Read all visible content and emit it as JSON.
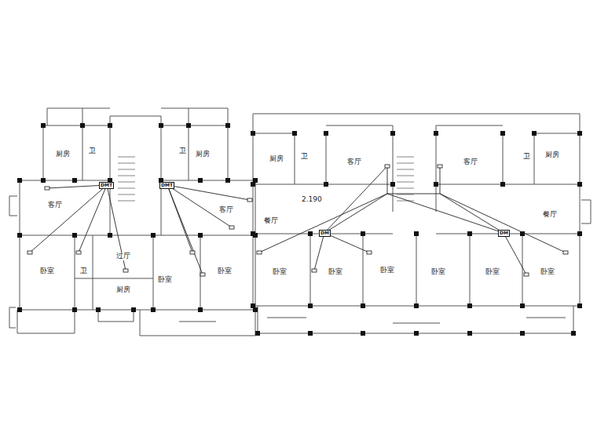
{
  "diagram": {
    "nodes": [
      {
        "text": [
          "DMT"
        ]
      },
      {
        "text": [
          "DMT"
        ]
      },
      {
        "text": [
          "DM"
        ]
      },
      {
        "text": [
          "DM"
        ]
      }
    ],
    "labels": [
      "厨房",
      "卫",
      "卫",
      "厨房",
      "厨房",
      "卫",
      "客厅",
      "客厅",
      "卫",
      "厨房",
      "客厅",
      "客厅",
      "2.190",
      "餐厅",
      "餐厅",
      "过厅",
      "卧室",
      "卫",
      "卧室",
      "卧室",
      "卧室",
      "卧室",
      "卧室",
      "卧室",
      "卧室",
      "卧室",
      "厨房"
    ]
  }
}
